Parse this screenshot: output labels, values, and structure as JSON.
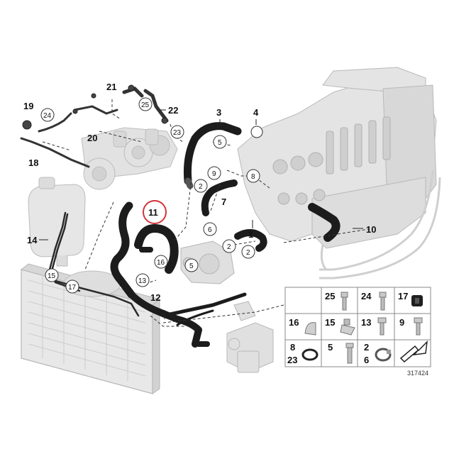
{
  "diagram": {
    "reference_number": "317424",
    "callouts_plain": [
      "1",
      "3",
      "4",
      "7",
      "10",
      "12",
      "14",
      "18",
      "19",
      "20",
      "21",
      "22"
    ],
    "callouts_circled": [
      "2",
      "2",
      "2",
      "5",
      "5",
      "6",
      "8",
      "9",
      "13",
      "15",
      "16",
      "17",
      "23",
      "24",
      "25"
    ],
    "highlighted_callout": "11",
    "highlight_color": "#d0343a",
    "hose_color": "#1c1c1c",
    "engine_color": "#d9d9d9"
  },
  "parts_legend": {
    "cells": [
      {
        "labels": [
          "25"
        ],
        "icon": "hex-bolt-icon"
      },
      {
        "labels": [
          "24"
        ],
        "icon": "hex-bolt-icon"
      },
      {
        "labels": [
          "17"
        ],
        "icon": "rubber-mount-icon"
      },
      {
        "labels": [
          "16"
        ],
        "icon": "hose-clip-icon"
      },
      {
        "labels": [
          "15"
        ],
        "icon": "push-clip-icon"
      },
      {
        "labels": [
          "13"
        ],
        "icon": "flange-bolt-icon"
      },
      {
        "labels": [
          "9"
        ],
        "icon": "flange-bolt-icon"
      },
      {
        "labels": [
          "8",
          "23"
        ],
        "icon": "o-ring-icon"
      },
      {
        "labels": [
          "5"
        ],
        "icon": "long-bolt-icon"
      },
      {
        "labels": [
          "2",
          "6"
        ],
        "icon": "hose-clamp-icon"
      },
      {
        "labels": [],
        "icon": "direction-arrow-icon"
      }
    ]
  }
}
